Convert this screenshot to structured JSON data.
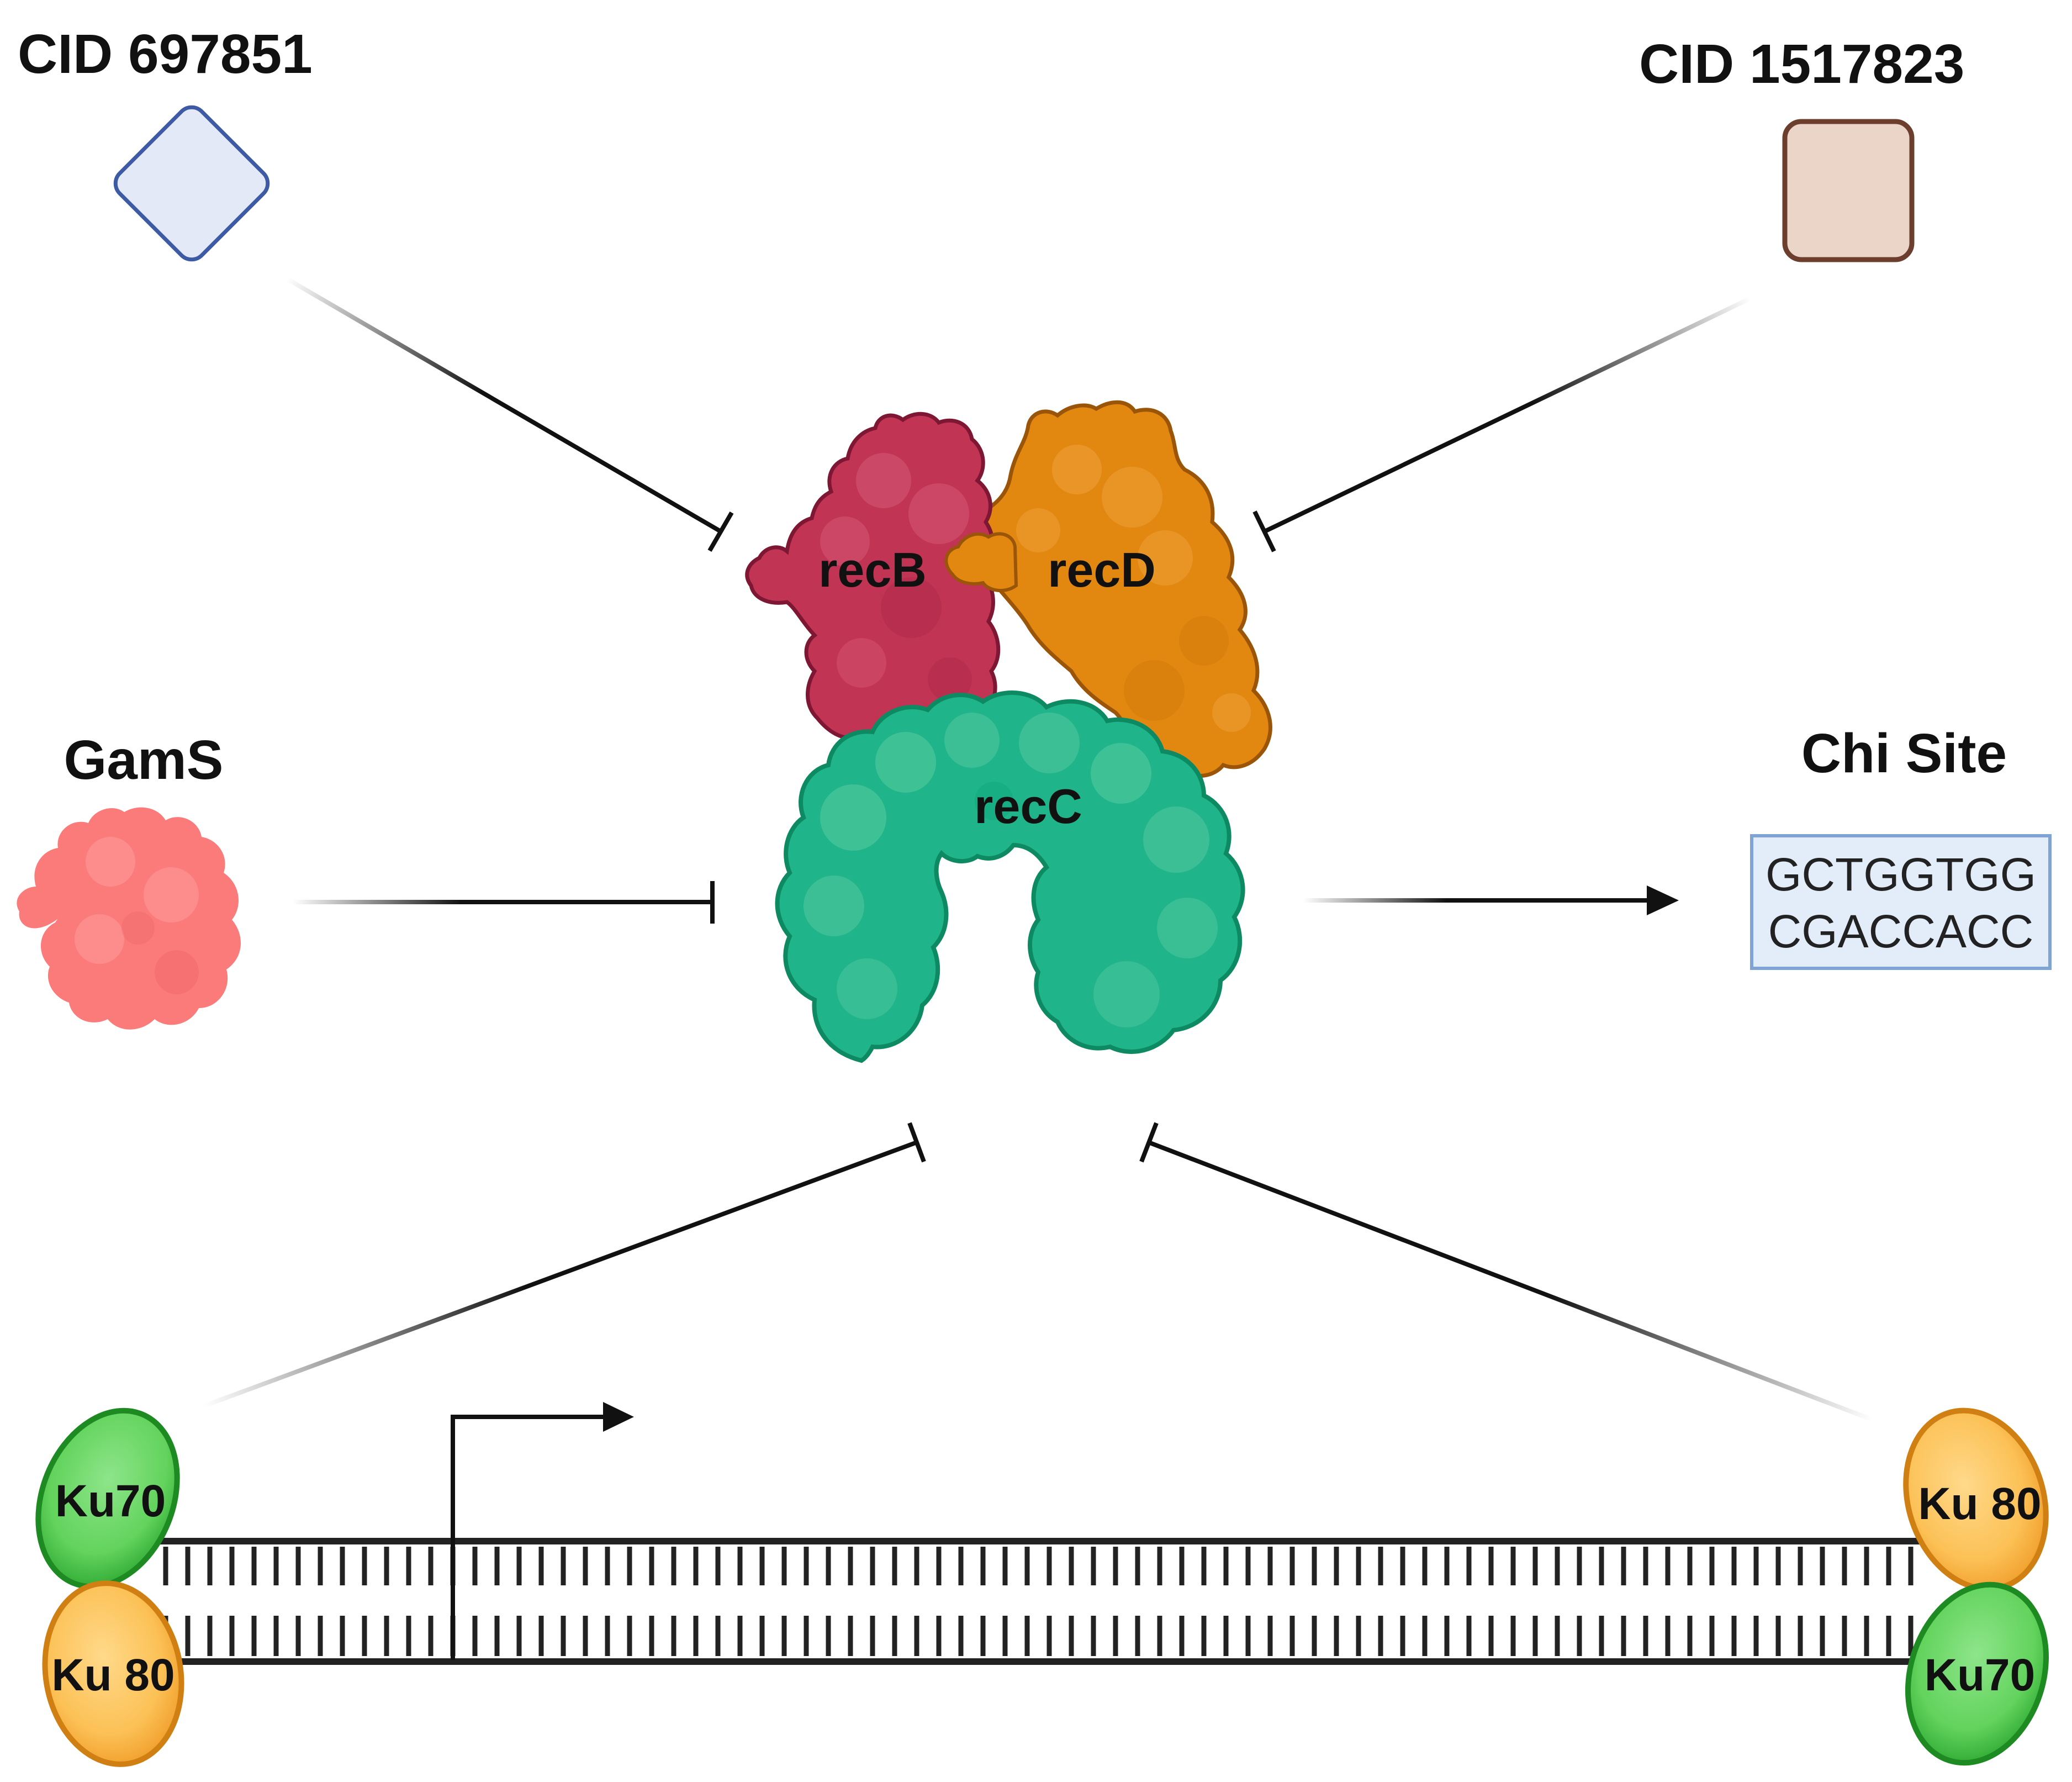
{
  "compounds": {
    "left": {
      "label": "CID 697851",
      "shape": "diamond",
      "fill": "#e4e9f7",
      "stroke": "#3d5aa5"
    },
    "right": {
      "label": "CID 1517823",
      "shape": "rounded-square",
      "fill": "#ead5c8",
      "stroke": "#6b3e2e"
    }
  },
  "proteins": {
    "recB": {
      "label": "recB",
      "color": "#c13454",
      "stroke": "#7e1733"
    },
    "recD": {
      "label": "recD",
      "color": "#e28811",
      "stroke": "#9a5508"
    },
    "recC": {
      "label": "recC",
      "color": "#1fb48a",
      "stroke": "#0e8a63"
    },
    "gams": {
      "label": "GamS",
      "color": "#fb7b7b"
    }
  },
  "chi_site": {
    "label": "Chi Site",
    "sequence_top": "GCTGGTGG",
    "sequence_bottom": "CGACCACC",
    "box_fill": "#e3edf9",
    "box_stroke": "#7fa4d4"
  },
  "ku": {
    "left_top": "Ku70",
    "left_bottom": "Ku 80",
    "right_top": "Ku 80",
    "right_bottom": "Ku70",
    "ku70_color": "#4fcf4f",
    "ku70_stroke": "#1d8a22",
    "ku80_color": "#fbbd4b",
    "ku80_stroke": "#d07f12"
  }
}
